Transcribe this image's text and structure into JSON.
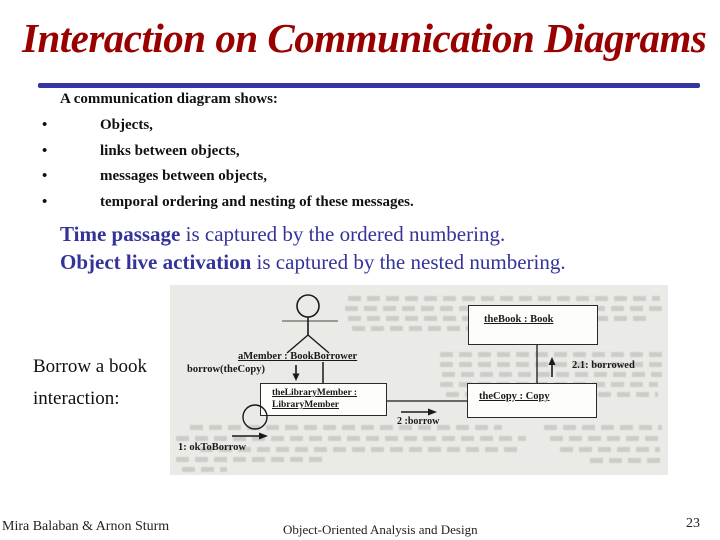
{
  "slide": {
    "title": "Interaction on Communication Diagrams",
    "colors": {
      "title_red": "#990000",
      "rule_blue": "#3434a4",
      "note_blue": "#333399",
      "scan_gray": "#eaeae7"
    }
  },
  "intro": {
    "heading": "A communication diagram shows:",
    "bullet_char": "•",
    "bullets": [
      "Objects,",
      "links between objects,",
      "messages between objects,",
      "temporal ordering and nesting of these messages."
    ]
  },
  "notes": [
    {
      "bold": "Time passage",
      "rest": " is captured by the ordered numbering."
    },
    {
      "bold": "Object live activation",
      "rest": " is captured by the nested numbering."
    }
  ],
  "caption": {
    "line1": "Borrow a book",
    "line2": "interaction:"
  },
  "diagram": {
    "actor_object_label": "aMember : BookBorrower",
    "message_borrow": "borrow(theCopy)",
    "box_library_member_line1": "theLibraryMember :",
    "box_library_member_line2": "LibraryMember",
    "box_book_label": "theBook : Book",
    "box_copy_label": "theCopy : Copy",
    "label_borrowed": "2.1: borrowed",
    "label_borrow": "2 :borrow",
    "label_ok_to_borrow": "1: okToBorrow"
  },
  "footer": {
    "authors": "Mira Balaban  &  Arnon Sturm",
    "course": "Object-Oriented Analysis and Design",
    "page_number": "23"
  }
}
